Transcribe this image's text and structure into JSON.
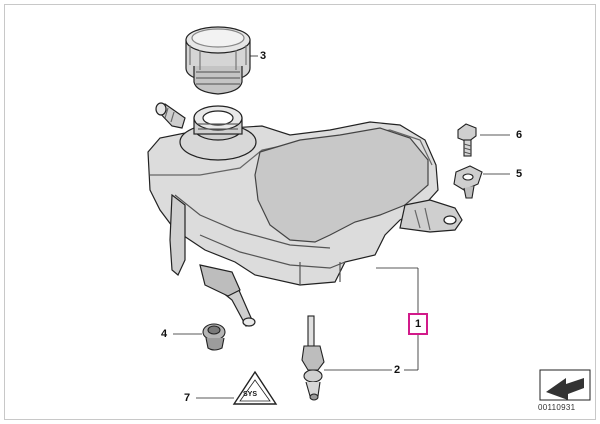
{
  "callouts": {
    "p1": "1",
    "p2": "2",
    "p3": "3",
    "p4": "4",
    "p5": "5",
    "p6": "6",
    "p7": "7"
  },
  "warning_label": "SYS",
  "catalog_number": "00110931",
  "colors": {
    "highlight_border": "#d21a8a",
    "line": "#222222",
    "part_fill": "#d9d9d9",
    "part_fill_dark": "#a9a9a9"
  },
  "icons": [
    "arrow-icon",
    "warning-triangle-icon"
  ]
}
